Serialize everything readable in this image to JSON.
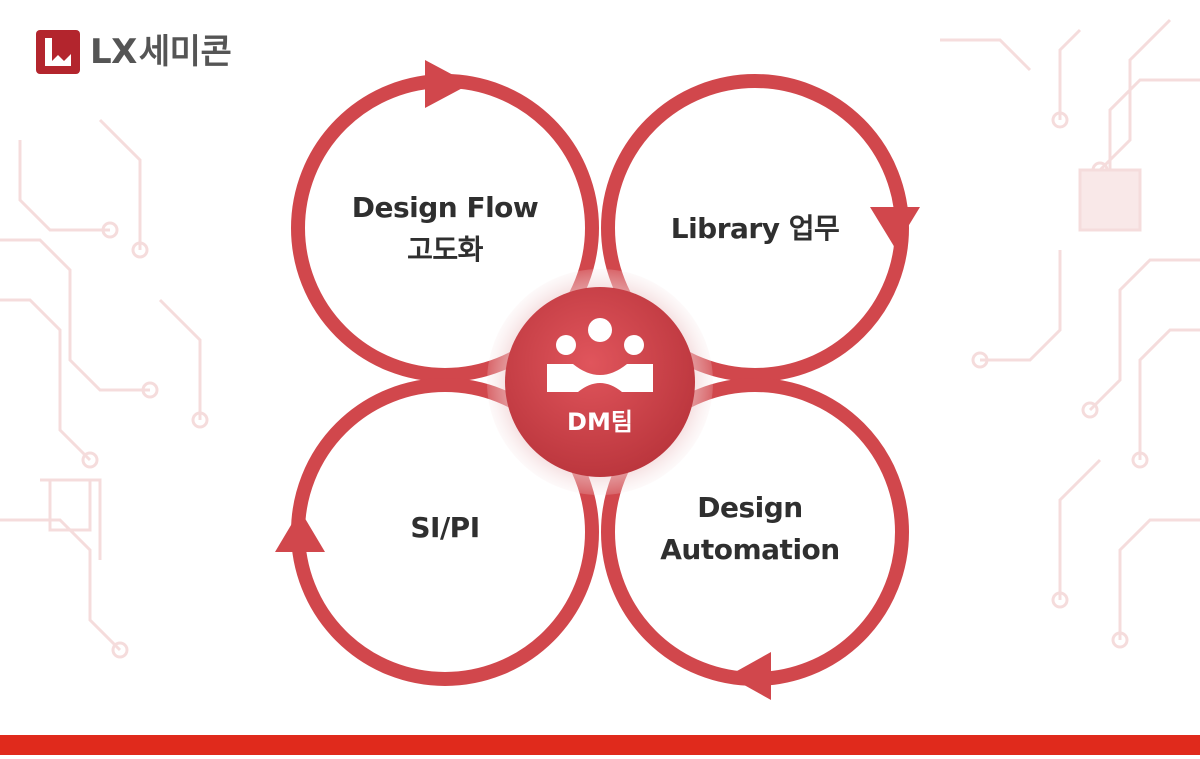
{
  "brand": {
    "name_latin": "LX",
    "name_korean": "세미콘"
  },
  "hub": {
    "label": "DM팀",
    "icon": "team-people-icon"
  },
  "nodes": [
    {
      "id": "design-flow",
      "lines": [
        "Design Flow",
        "고도화"
      ]
    },
    {
      "id": "library",
      "lines": [
        "Library 업무"
      ]
    },
    {
      "id": "si-pi",
      "lines": [
        "SI/PI"
      ]
    },
    {
      "id": "design-automation",
      "lines": [
        "Design",
        "Automation"
      ]
    }
  ],
  "colors": {
    "ring": "#d1474c",
    "ring_dark": "#c23a40",
    "brand_red": "#b3252d",
    "bottom_bar": "#e02a1c",
    "circuit_bg": "#f6dcdc",
    "text": "#2f2f2f"
  }
}
